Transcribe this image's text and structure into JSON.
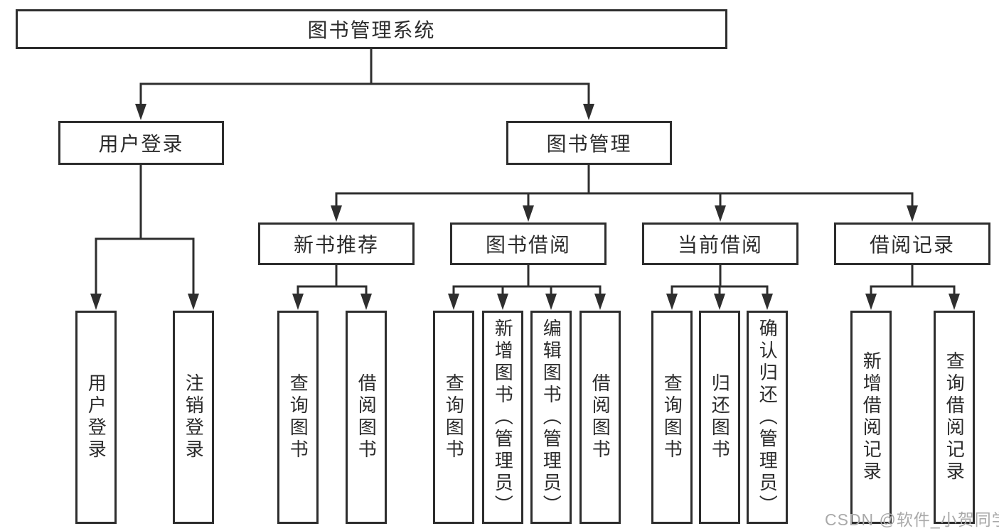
{
  "colors": {
    "line": "#2e2e2e",
    "box_border": "#2d2d2d",
    "box_background": "#ffffff",
    "text": "#2b2b2b",
    "watermark": "#a9a9a9"
  },
  "nodes": {
    "root": {
      "label": "图书管理系统"
    },
    "user_login": {
      "label": "用户登录"
    },
    "book_mgmt": {
      "label": "图书管理"
    },
    "new_book_rec": {
      "label": "新书推荐"
    },
    "book_borrow": {
      "label": "图书借阅"
    },
    "current_borrow": {
      "label": "当前借阅"
    },
    "borrow_record": {
      "label": "借阅记录"
    },
    "leaf_user_login": {
      "label": "用户登录"
    },
    "leaf_logout": {
      "label": "注销登录"
    },
    "leaf_rec_query": {
      "label": "查询图书"
    },
    "leaf_rec_borrow": {
      "label": "借阅图书"
    },
    "leaf_bb_query": {
      "label": "查询图书"
    },
    "leaf_bb_add": {
      "label": "新增图书（管理员）"
    },
    "leaf_bb_edit": {
      "label": "编辑图书（管理员）"
    },
    "leaf_bb_borrow": {
      "label": "借阅图书"
    },
    "leaf_cb_query": {
      "label": "查询图书"
    },
    "leaf_cb_return": {
      "label": "归还图书"
    },
    "leaf_cb_confirm": {
      "label": "确认归还（管理员）"
    },
    "leaf_br_add": {
      "label": "新增借阅记录"
    },
    "leaf_br_query": {
      "label": "查询借阅记录"
    }
  },
  "edges": [
    {
      "from": "图书管理系统",
      "to": [
        "用户登录",
        "图书管理"
      ]
    },
    {
      "from": "用户登录",
      "to": [
        "用户登录",
        "注销登录"
      ]
    },
    {
      "from": "图书管理",
      "to": [
        "新书推荐",
        "图书借阅",
        "当前借阅",
        "借阅记录"
      ]
    },
    {
      "from": "新书推荐",
      "to": [
        "查询图书",
        "借阅图书"
      ]
    },
    {
      "from": "图书借阅",
      "to": [
        "查询图书",
        "新增图书（管理员）",
        "编辑图书（管理员）",
        "借阅图书"
      ]
    },
    {
      "from": "当前借阅",
      "to": [
        "查询图书",
        "归还图书",
        "确认归还（管理员）"
      ]
    },
    {
      "from": "借阅记录",
      "to": [
        "新增借阅记录",
        "查询借阅记录"
      ]
    }
  ],
  "watermark": {
    "text": "CSDN @软件_小贺同学"
  }
}
